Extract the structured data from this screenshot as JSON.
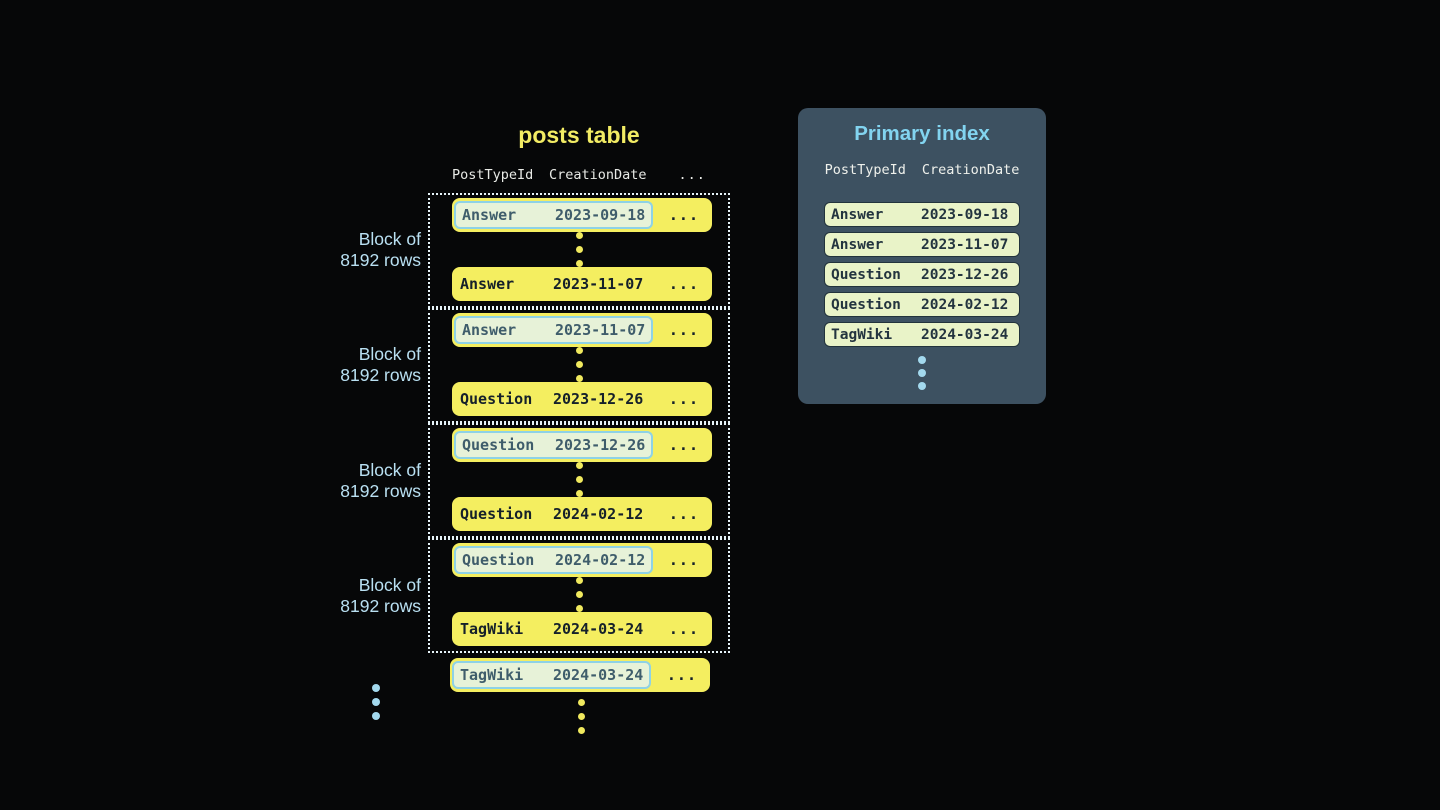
{
  "colors": {
    "background": "#060708",
    "row_yellow": "#f4ee60",
    "title_yellow": "#f2ec64",
    "highlight_bg": "#e7f2d8",
    "highlight_border": "#8ed2e6",
    "panel_bg": "#3d5161",
    "panel_title_blue": "#82d4f0",
    "index_row_bg": "#e9f3c8",
    "label_blue": "#b9e0f2",
    "dot_yellow": "#f0e95e",
    "dot_blue": "#a3d9ee"
  },
  "posts_table": {
    "title": "posts table",
    "columns": [
      "PostTypeId",
      "CreationDate"
    ],
    "columns_ellipsis": "...",
    "row_ellipsis": "...",
    "block_label_line1": "Block of",
    "block_label_line2": "8192 rows",
    "blocks": [
      {
        "first": {
          "type": "Answer",
          "date": "2023-09-18"
        },
        "last": {
          "type": "Answer",
          "date": "2023-11-07"
        }
      },
      {
        "first": {
          "type": "Answer",
          "date": "2023-11-07"
        },
        "last": {
          "type": "Question",
          "date": "2023-12-26"
        }
      },
      {
        "first": {
          "type": "Question",
          "date": "2023-12-26"
        },
        "last": {
          "type": "Question",
          "date": "2024-02-12"
        }
      },
      {
        "first": {
          "type": "Question",
          "date": "2024-02-12"
        },
        "last": {
          "type": "TagWiki",
          "date": "2024-03-24"
        }
      }
    ],
    "overflow_row": {
      "type": "TagWiki",
      "date": "2024-03-24"
    }
  },
  "primary_index": {
    "title": "Primary index",
    "columns": [
      "PostTypeId",
      "CreationDate"
    ],
    "rows": [
      {
        "type": "Answer",
        "date": "2023-09-18"
      },
      {
        "type": "Answer",
        "date": "2023-11-07"
      },
      {
        "type": "Question",
        "date": "2023-12-26"
      },
      {
        "type": "Question",
        "date": "2024-02-12"
      },
      {
        "type": "TagWiki",
        "date": "2024-03-24"
      }
    ]
  }
}
